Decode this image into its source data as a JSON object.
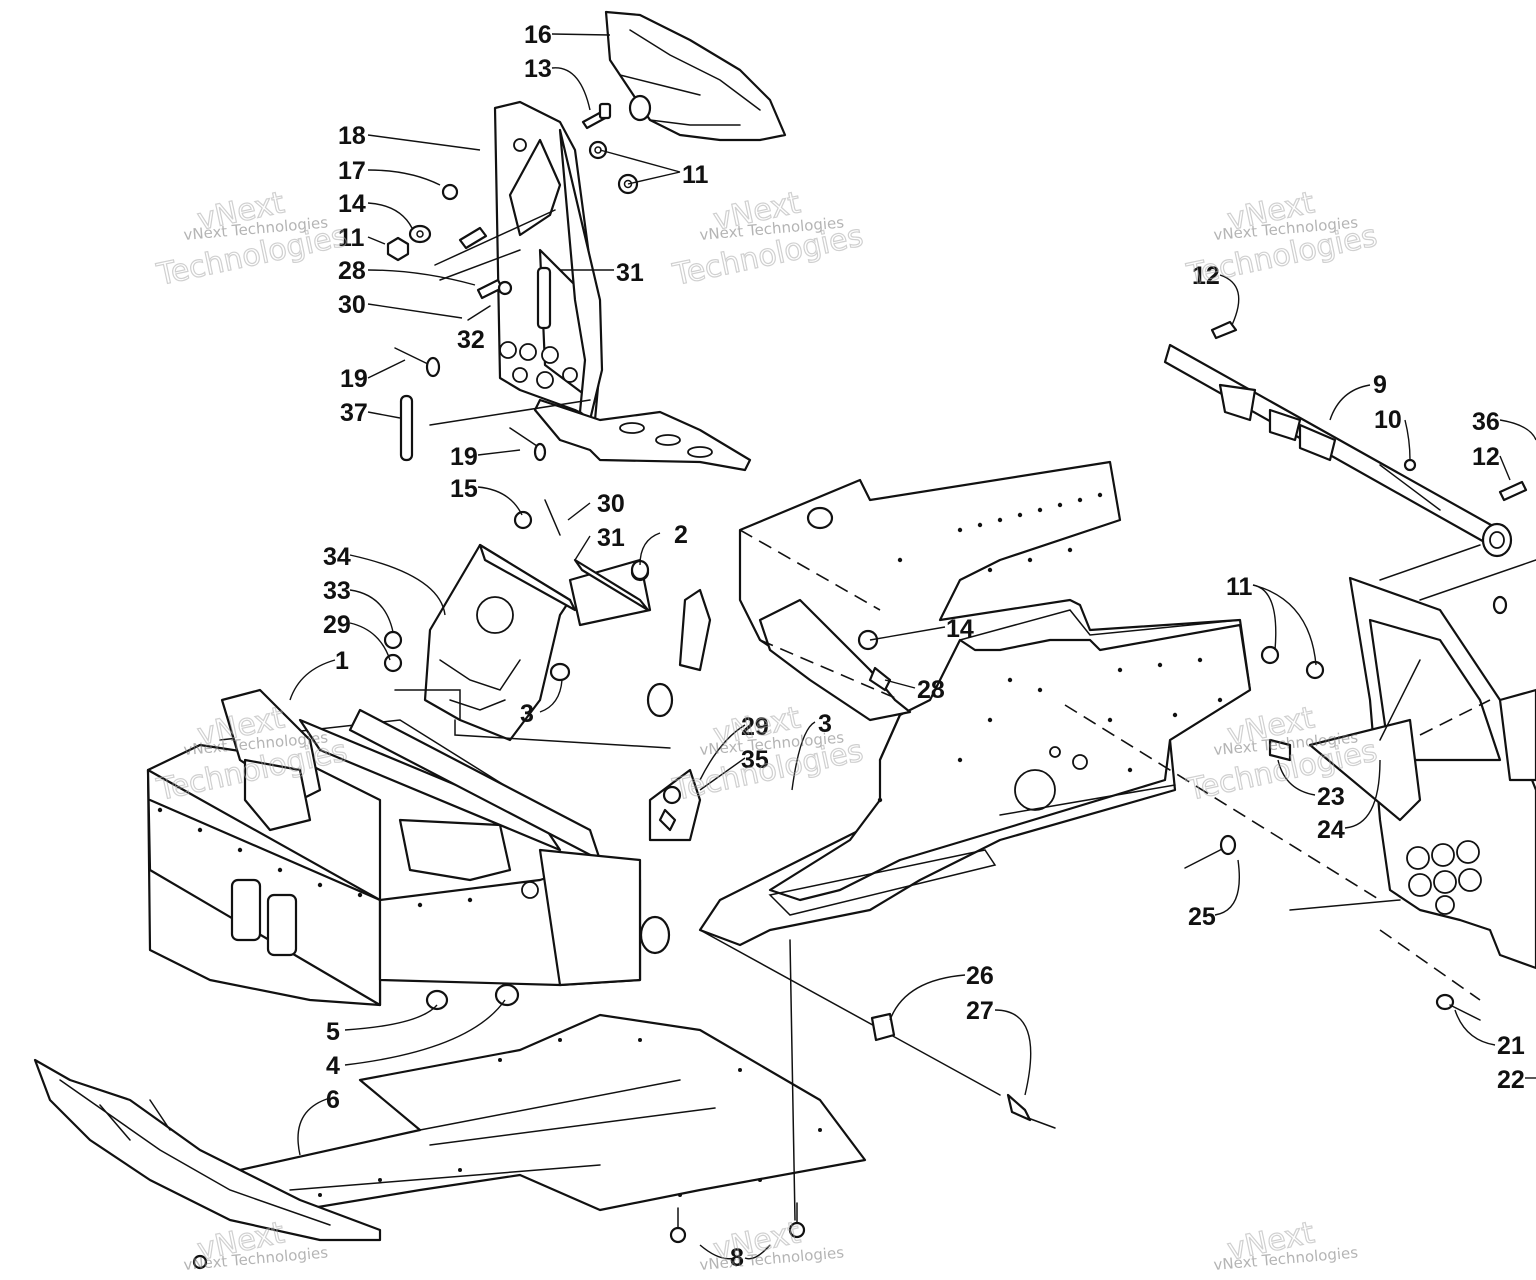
{
  "callouts": [
    {
      "label": "16"
    },
    {
      "label": "13"
    },
    {
      "label": "18"
    },
    {
      "label": "17"
    },
    {
      "label": "14"
    },
    {
      "label": "11"
    },
    {
      "label": "28"
    },
    {
      "label": "30"
    },
    {
      "label": "32"
    },
    {
      "label": "19"
    },
    {
      "label": "37"
    },
    {
      "label": "11"
    },
    {
      "label": "31"
    },
    {
      "label": "19"
    },
    {
      "label": "15"
    },
    {
      "label": "30"
    },
    {
      "label": "31"
    },
    {
      "label": "2"
    },
    {
      "label": "34"
    },
    {
      "label": "33"
    },
    {
      "label": "29"
    },
    {
      "label": "1"
    },
    {
      "label": "3"
    },
    {
      "label": "14"
    },
    {
      "label": "28"
    },
    {
      "label": "29"
    },
    {
      "label": "35"
    },
    {
      "label": "3"
    },
    {
      "label": "5"
    },
    {
      "label": "4"
    },
    {
      "label": "6"
    },
    {
      "label": "26"
    },
    {
      "label": "27"
    },
    {
      "label": "8"
    },
    {
      "label": "12"
    },
    {
      "label": "9"
    },
    {
      "label": "10"
    },
    {
      "label": "36"
    },
    {
      "label": "12"
    },
    {
      "label": "11"
    },
    {
      "label": "23"
    },
    {
      "label": "24"
    },
    {
      "label": "25"
    },
    {
      "label": "21"
    },
    {
      "label": "22"
    }
  ],
  "watermark": {
    "line1": "vNext Technologies",
    "word_top": "vNext",
    "word_bottom": "Technologies"
  }
}
